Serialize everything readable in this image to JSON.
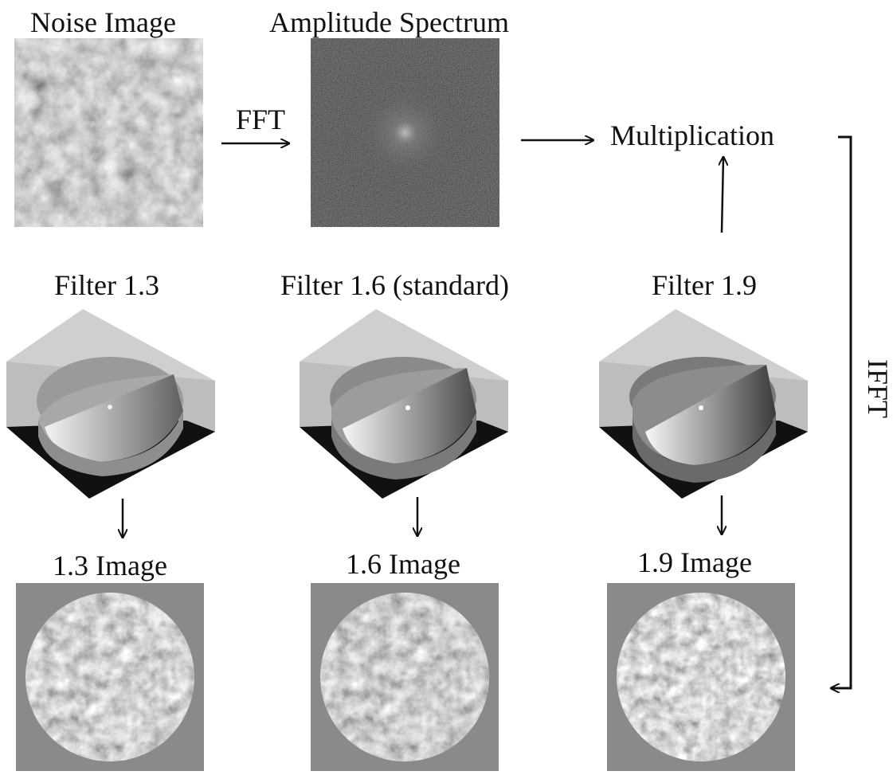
{
  "labels": {
    "noise_image": "Noise Image",
    "amplitude_spectrum": "Amplitude Spectrum",
    "fft": "FFT",
    "multiplication": "Multiplication",
    "ifft": "IFFT",
    "filter_13": "Filter 1.3",
    "filter_16": "Filter 1.6 (standard)",
    "filter_19": "Filter 1.9",
    "image_13": "1.3 Image",
    "image_16": "1.6 Image",
    "image_19": "1.9 Image"
  },
  "colors": {
    "ink": "#111111",
    "panel_gray": "#8a8a8a",
    "spectrum_bg": "#3c3c3c"
  }
}
